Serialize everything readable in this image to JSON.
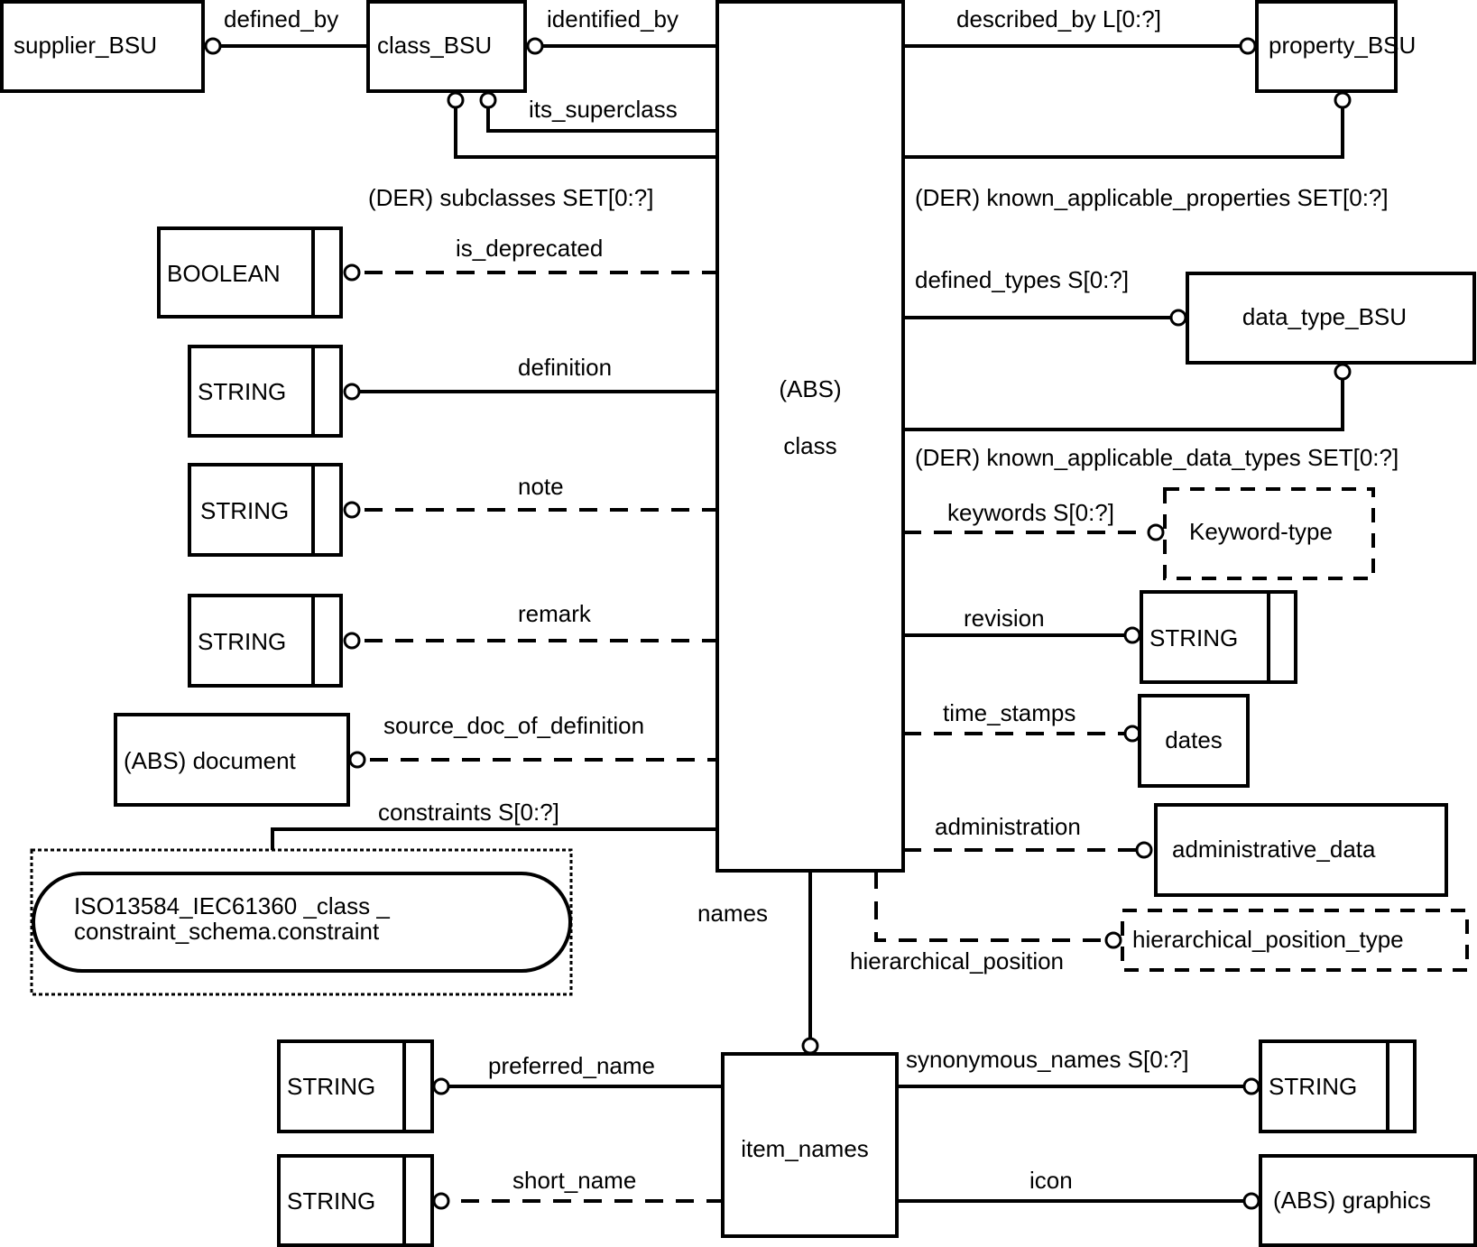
{
  "diagram": {
    "type": "EXPRESS-G entity diagram",
    "central_entity": {
      "line1": "(ABS)",
      "line2": "class"
    },
    "entities": {
      "supplier_bsu": "supplier_BSU",
      "class_bsu": "class_BSU",
      "property_bsu": "property_BSU",
      "data_type_bsu": "data_type_BSU",
      "boolean": "BOOLEAN",
      "string_definition": "STRING",
      "string_note": "STRING",
      "string_remark": "STRING",
      "abs_document": "(ABS) document",
      "constraint_line1": "ISO13584_IEC61360 _class _",
      "constraint_line2": "constraint_schema.constraint",
      "keyword_type": "Keyword-type",
      "string_revision": "STRING",
      "dates": "dates",
      "administrative_data": "administrative_data",
      "hierarchical_position_type": "hierarchical_position_type",
      "item_names": "item_names",
      "string_preferred": "STRING",
      "string_short": "STRING",
      "string_synonymous": "STRING",
      "abs_graphics": "(ABS) graphics"
    },
    "relations": {
      "defined_by": "defined_by",
      "identified_by": "identified_by",
      "its_superclass": "its_superclass",
      "subclasses": "(DER) subclasses SET[0:?]",
      "described_by": "described_by L[0:?]",
      "known_applicable_properties": "(DER) known_applicable_properties SET[0:?]",
      "is_deprecated": "is_deprecated",
      "defined_types": "defined_types S[0:?]",
      "definition": "definition",
      "known_applicable_data_types": "(DER) known_applicable_data_types SET[0:?]",
      "note": "note",
      "keywords": "keywords S[0:?]",
      "remark": "remark",
      "revision": "revision",
      "source_doc_of_definition": "source_doc_of_definition",
      "time_stamps": "time_stamps",
      "constraints": "constraints S[0:?]",
      "administration": "administration",
      "names": "names",
      "hierarchical_position": "hierarchical_position",
      "preferred_name": "preferred_name",
      "synonymous_names": "synonymous_names S[0:?]",
      "short_name": "short_name",
      "icon": "icon"
    }
  }
}
